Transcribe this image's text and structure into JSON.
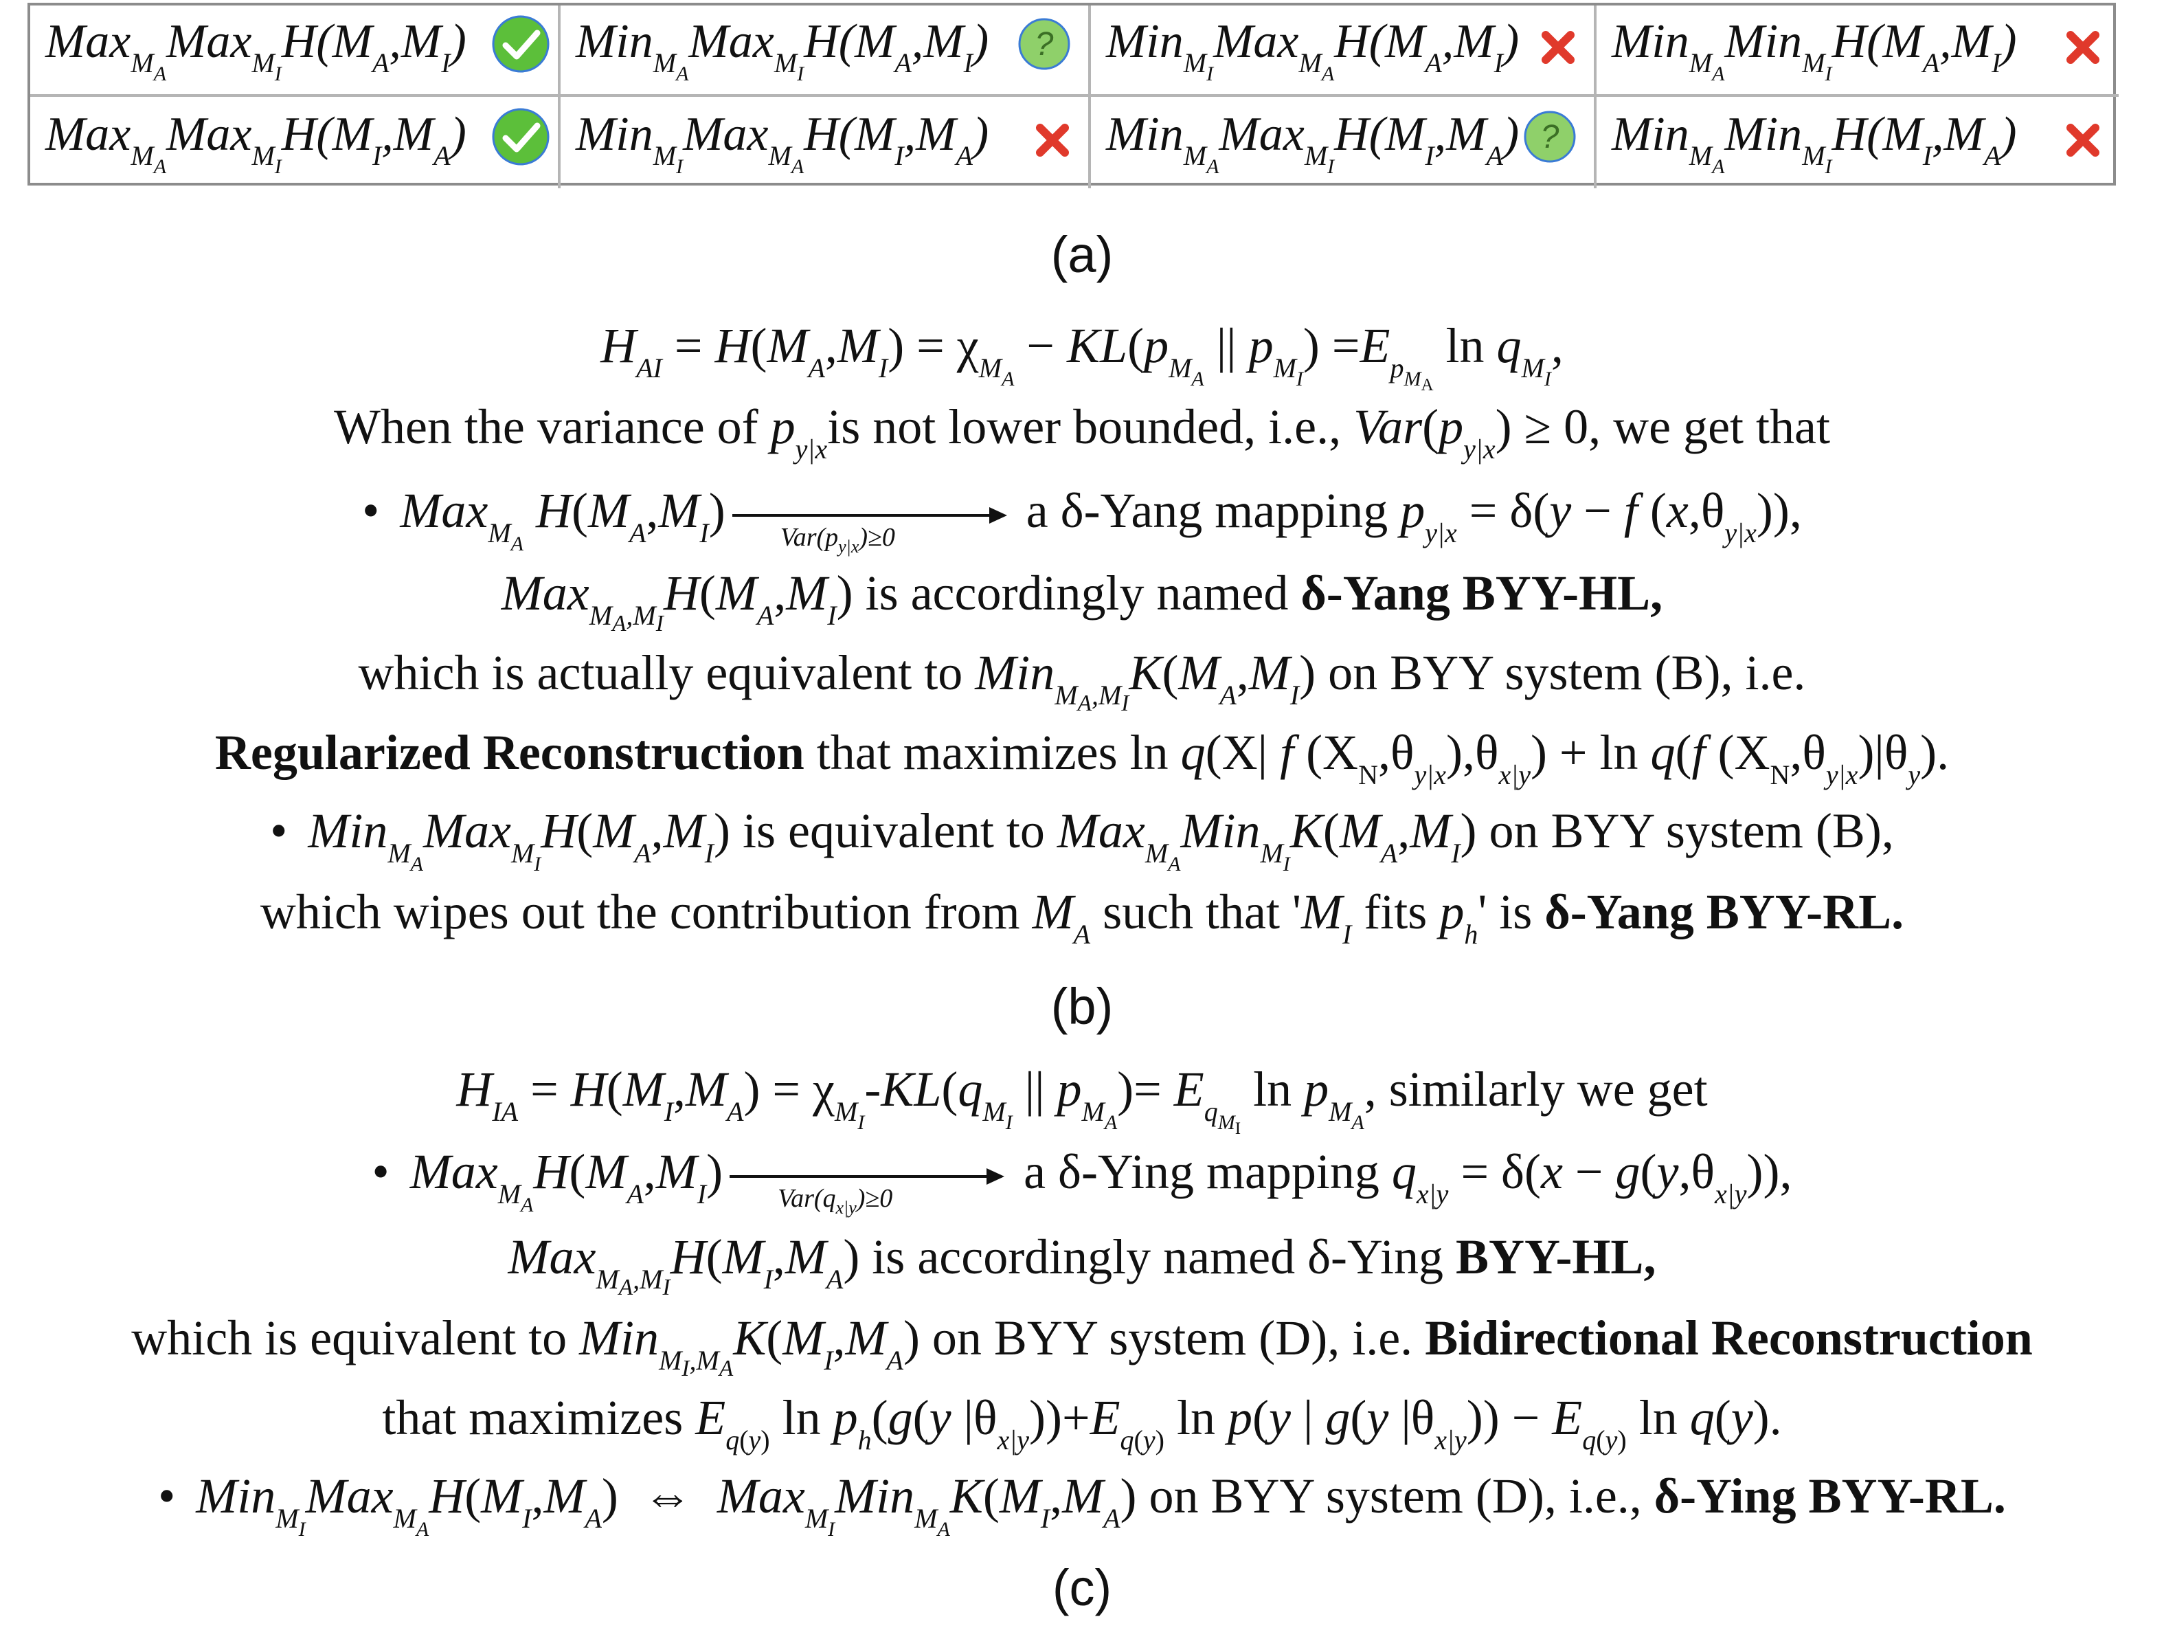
{
  "table": {
    "row1": [
      {
        "f": "Max",
        "s1": "M",
        "ss1": "A",
        "f2": "Max",
        "s2": "M",
        "ss2": "I",
        "arg": "H(M",
        "a1": "A",
        "mid": ",M",
        "a2": "I",
        "end": ")",
        "mark": "check-icon"
      },
      {
        "f": "Min",
        "s1": "M",
        "ss1": "A",
        "f2": "Max",
        "s2": "M",
        "ss2": "I",
        "arg": "H(M",
        "a1": "A",
        "mid": ",M",
        "a2": "I",
        "end": ")",
        "mark": "question-icon"
      },
      {
        "f": "Min",
        "s1": "M",
        "ss1": "I",
        "f2": "Max",
        "s2": "M",
        "ss2": "A",
        "arg": "H(M",
        "a1": "A",
        "mid": ",M",
        "a2": "I",
        "end": ")",
        "mark": "cross-icon"
      },
      {
        "f": "Min",
        "s1": "M",
        "ss1": "A",
        "f2": "Min",
        "s2": "M",
        "ss2": "I",
        "arg": "H(M",
        "a1": "A",
        "mid": ",M",
        "a2": "I",
        "end": ")",
        "mark": "cross-icon"
      }
    ],
    "row2": [
      {
        "f": "Max",
        "s1": "M",
        "ss1": "A",
        "f2": "Max",
        "s2": "M",
        "ss2": "I",
        "arg": "H(M",
        "a1": "I",
        "mid": ",M",
        "a2": "A",
        "end": ")",
        "mark": "check-icon"
      },
      {
        "f": "Min",
        "s1": "M",
        "ss1": "I",
        "f2": "Max",
        "s2": "M",
        "ss2": "A",
        "arg": "H(M",
        "a1": "I",
        "mid": ",M",
        "a2": "A",
        "end": ")",
        "mark": "cross-icon"
      },
      {
        "f": "Min",
        "s1": "M",
        "ss1": "A",
        "f2": "Max",
        "s2": "M",
        "ss2": "I",
        "arg": "H(M",
        "a1": "I",
        "mid": ",M",
        "a2": "A",
        "end": ")",
        "mark": "question-icon"
      },
      {
        "f": "Min",
        "s1": "M",
        "ss1": "A",
        "f2": "Min",
        "s2": "M",
        "ss2": "I",
        "arg": "H(M",
        "a1": "I",
        "mid": ",M",
        "a2": "A",
        "end": ")",
        "mark": "cross-icon"
      }
    ]
  },
  "captions": {
    "a": "(a)",
    "b": "(b)",
    "c": "(c)"
  },
  "colors": {
    "check": "#5cbf3a",
    "question": "#8fd06a",
    "cross": "#e0392b",
    "border": "#8c8c8c"
  },
  "b": {
    "l2a": "When the variance of ",
    "l2b": "is not lower bounded, i.e., ",
    "l2c": " we get that",
    "l3_map": " a δ-Yang mapping ",
    "arrow_label_b": "Var(p",
    "l4_text": " is accordingly named ",
    "l4_bold": "δ-Yang BYY-HL,",
    "l5a": "which is actually equivalent to ",
    "l5b": " on BYY system (B), i.e.",
    "l6_bold": "Regularized Reconstruction",
    "l6_text": " that maximizes ",
    "l7_mid": " is equivalent to ",
    "l7_end": " on BYY system (B),",
    "l8a": "which wipes out the contribution from ",
    "l8b": " such that '",
    "l8c": " fits ",
    "l8d": "' is ",
    "l8_bold": "δ-Yang BYY-RL."
  },
  "c": {
    "l1_end": " similarly we get",
    "l2_map": " a δ-Ying mapping ",
    "arrow_label_c": "Var(q",
    "l3_text": " is accordingly named δ-Ying ",
    "l3_bold": "BYY-HL,",
    "l4a": "which is equivalent to ",
    "l4b": " on BYY system (D), i.e. ",
    "l4_bold": "Bidirectional Reconstruction",
    "l5a": "that maximizes ",
    "l6_mid": " on BYY system (D), i.e., ",
    "l6_bold": "δ-Ying BYY-RL."
  }
}
